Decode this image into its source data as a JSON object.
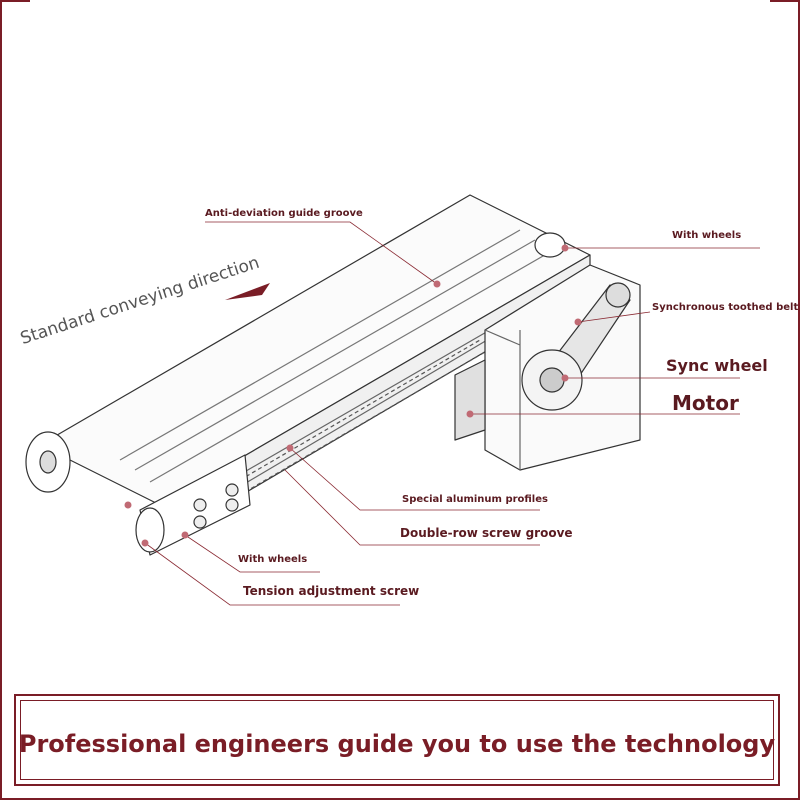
{
  "direction_label": "Standard conveying direction",
  "labels": {
    "anti_deviation": "Anti-deviation guide groove",
    "with_wheels_top": "With wheels",
    "sync_belt": "Synchronous toothed belt",
    "sync_wheel": "Sync wheel",
    "motor": "Motor",
    "aluminum_profiles": "Special aluminum profiles",
    "screw_groove": "Double-row screw groove",
    "with_wheels_bottom": "With wheels",
    "tension_screw": "Tension adjustment screw"
  },
  "banner": {
    "text": "Professional engineers guide you to use the technology"
  },
  "colors": {
    "accent": "#7a1d26",
    "leader": "#8a2a33",
    "line": "#333333"
  }
}
